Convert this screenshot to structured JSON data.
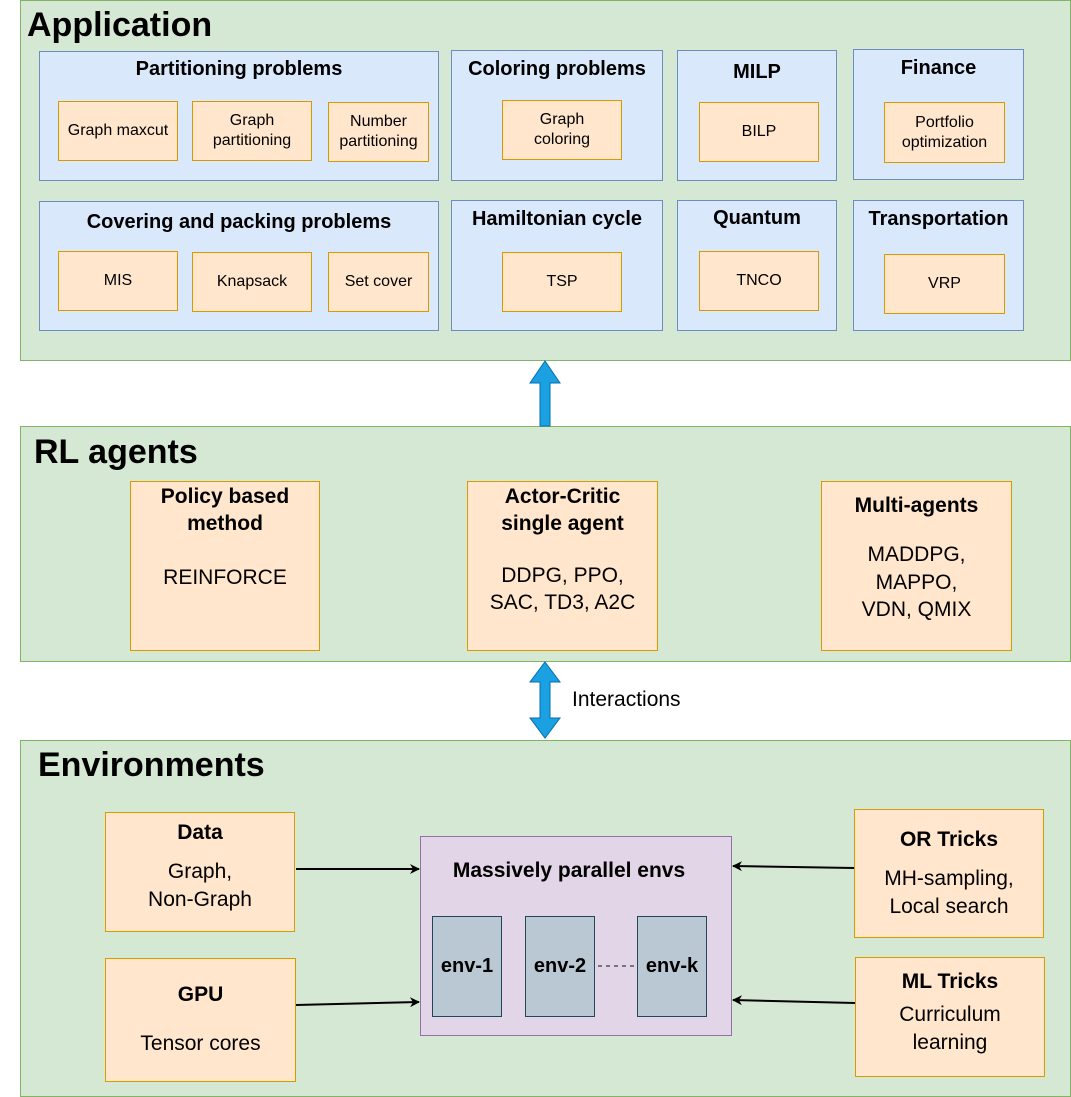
{
  "application": {
    "title": "Application",
    "groups": {
      "partitioning": {
        "title": "Partitioning problems",
        "items": [
          "Graph maxcut",
          "Graph partitioning",
          "Number partitioning"
        ]
      },
      "coloring": {
        "title": "Coloring problems",
        "items": [
          "Graph coloring"
        ]
      },
      "milp": {
        "title": "MILP",
        "items": [
          "BILP"
        ]
      },
      "finance": {
        "title": "Finance",
        "items": [
          "Portfolio optimization"
        ]
      },
      "covering": {
        "title": "Covering and packing problems",
        "items": [
          "MIS",
          "Knapsack",
          "Set cover"
        ]
      },
      "hamiltonian": {
        "title": "Hamiltonian cycle",
        "items": [
          "TSP"
        ]
      },
      "quantum": {
        "title": "Quantum",
        "items": [
          "TNCO"
        ]
      },
      "transportation": {
        "title": "Transportation",
        "items": [
          "VRP"
        ]
      }
    }
  },
  "rl_agents": {
    "title": "RL agents",
    "policy": {
      "title_lines": [
        "Policy based",
        "method"
      ],
      "body_lines": [
        "REINFORCE"
      ]
    },
    "actor_critic": {
      "title_lines": [
        "Actor-Critic",
        "single agent"
      ],
      "body_lines": [
        "DDPG, PPO,",
        "SAC, TD3, A2C"
      ]
    },
    "multi": {
      "title_lines": [
        "Multi-agents"
      ],
      "body_lines": [
        "MADDPG,",
        "MAPPO,",
        "VDN, QMIX"
      ]
    }
  },
  "interactions_label": "Interactions",
  "environments": {
    "title": "Environments",
    "data": {
      "title": "Data",
      "body_lines": [
        "Graph,",
        "Non-Graph"
      ]
    },
    "gpu": {
      "title": "GPU",
      "body_lines": [
        "Tensor cores"
      ]
    },
    "or_tricks": {
      "title": "OR Tricks",
      "body_lines": [
        "MH-sampling,",
        "Local search"
      ]
    },
    "ml_tricks": {
      "title": "ML Tricks",
      "body_lines": [
        "Curriculum",
        "learning"
      ]
    },
    "parallel": {
      "title": "Massively parallel envs",
      "envs": [
        "env-1",
        "env-2",
        "env-k"
      ]
    }
  },
  "colors": {
    "layer_fill": "#d5e8d4",
    "group_fill": "#dae8fc",
    "item_fill": "#ffe6cc",
    "parallel_fill": "#e1d5e7",
    "env_fill": "#bac8d3",
    "arrow_blue": "#1ba1e2"
  }
}
